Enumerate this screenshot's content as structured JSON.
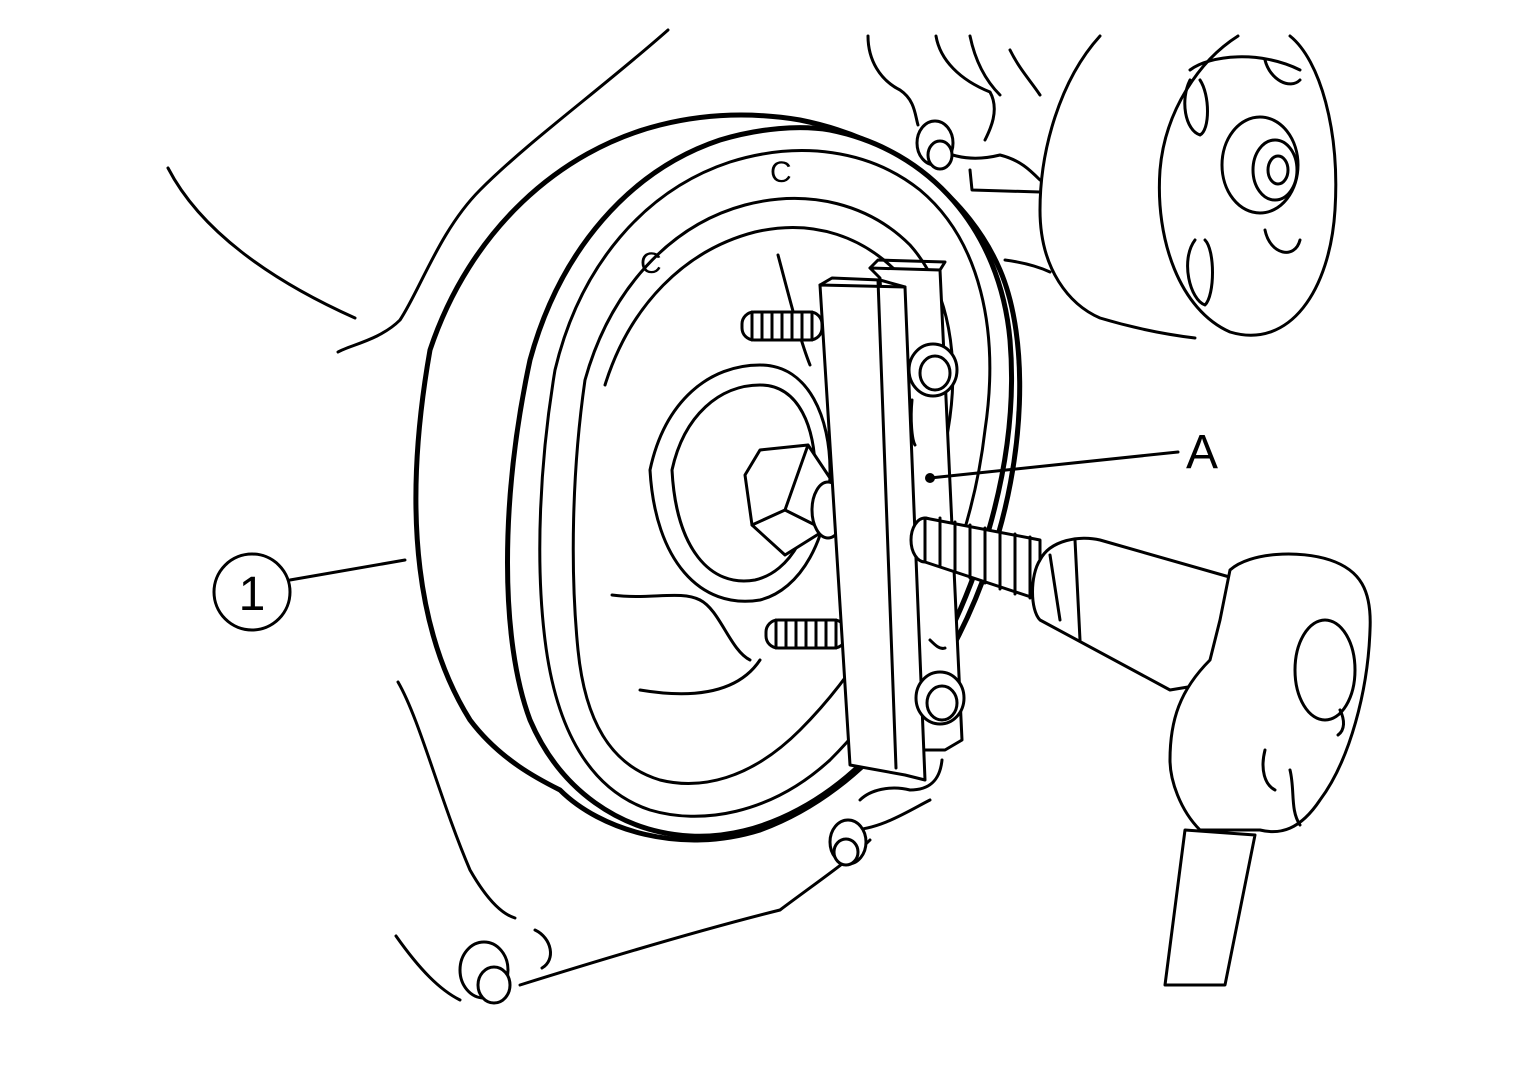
{
  "diagram": {
    "labels": {
      "tool_label": "A",
      "part_callout": "1",
      "casting_mark_1": "C",
      "casting_mark_2": "C"
    },
    "parts": [
      {
        "id": "part-1",
        "callout": "1",
        "description_icon": "crankshaft-pulley"
      },
      {
        "id": "tool-a",
        "callout": "A",
        "description_icon": "pulley-holder-tool"
      }
    ],
    "icons": [
      "crankshaft-pulley-icon",
      "holder-tool-icon",
      "ratchet-wrench-icon",
      "water-pump-pulley-icon"
    ],
    "colors": {
      "line": "#000000",
      "background": "#ffffff"
    }
  }
}
